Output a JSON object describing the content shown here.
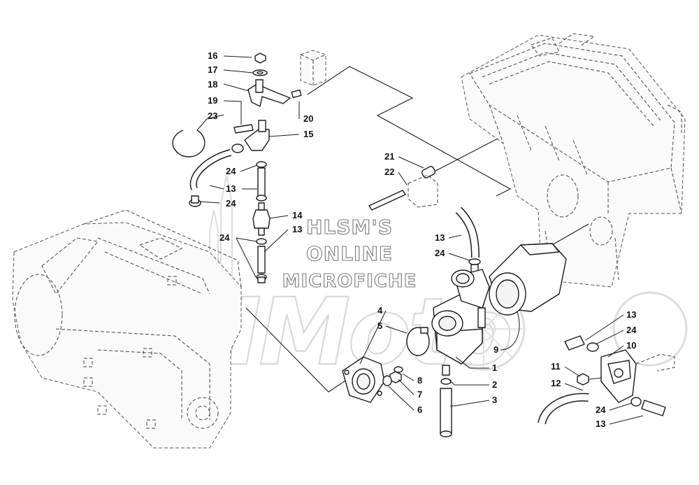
{
  "watermark": {
    "brand": "AeHMoto",
    "line1": "HLSM'S",
    "line2": "ONLINE",
    "line3": "MICROFICHE"
  },
  "callouts": [
    {
      "id": "c16a",
      "label": "16"
    },
    {
      "id": "c17a",
      "label": "17"
    },
    {
      "id": "c18a",
      "label": "18"
    },
    {
      "id": "c19a",
      "label": "19"
    },
    {
      "id": "c23a",
      "label": "23"
    },
    {
      "id": "c20a",
      "label": "20"
    },
    {
      "id": "c15a",
      "label": "15"
    },
    {
      "id": "c24a",
      "label": "24"
    },
    {
      "id": "c13a",
      "label": "13"
    },
    {
      "id": "c24b",
      "label": "24"
    },
    {
      "id": "c14a",
      "label": "14"
    },
    {
      "id": "c13b",
      "label": "13"
    },
    {
      "id": "c24c",
      "label": "24"
    },
    {
      "id": "c21a",
      "label": "21"
    },
    {
      "id": "c22a",
      "label": "22"
    },
    {
      "id": "c13c",
      "label": "13"
    },
    {
      "id": "c24d",
      "label": "24"
    },
    {
      "id": "c4a",
      "label": "4"
    },
    {
      "id": "c5a",
      "label": "5"
    },
    {
      "id": "c9a",
      "label": "9"
    },
    {
      "id": "c1a",
      "label": "1"
    },
    {
      "id": "c8a",
      "label": "8"
    },
    {
      "id": "c2a",
      "label": "2"
    },
    {
      "id": "c7a",
      "label": "7"
    },
    {
      "id": "c3a",
      "label": "3"
    },
    {
      "id": "c6a",
      "label": "6"
    },
    {
      "id": "c13d",
      "label": "13"
    },
    {
      "id": "c24e",
      "label": "24"
    },
    {
      "id": "c10a",
      "label": "10"
    },
    {
      "id": "c11a",
      "label": "11"
    },
    {
      "id": "c12a",
      "label": "12"
    },
    {
      "id": "c24f",
      "label": "24"
    },
    {
      "id": "c13e",
      "label": "13"
    }
  ]
}
